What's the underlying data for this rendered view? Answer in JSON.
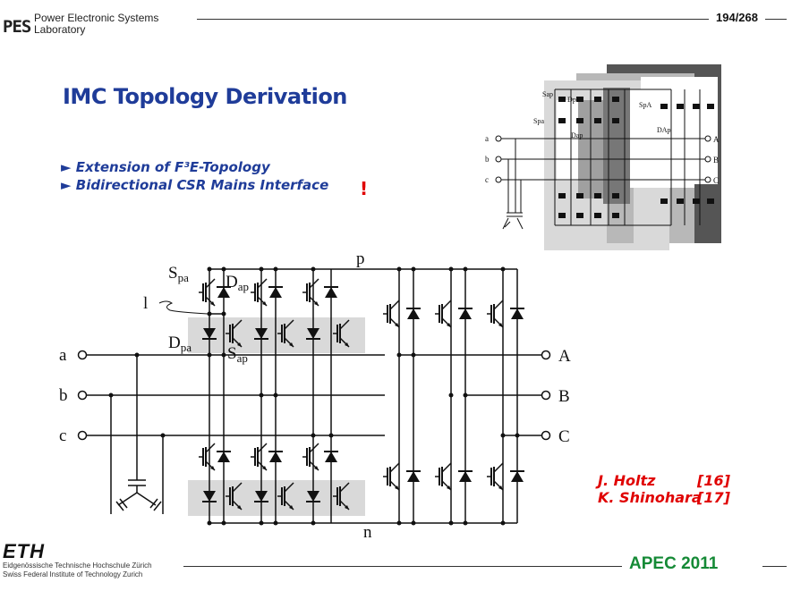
{
  "header": {
    "logo_text": "PES",
    "lab_line1": "Power Electronic Systems",
    "lab_line2": "Laboratory",
    "page_number": "194/268"
  },
  "title": "IMC Topology Derivation",
  "bullets": [
    "► Extension of  F³E-Topology",
    "► Bidirectional CSR Mains Interface"
  ],
  "exclamation": "!",
  "references": [
    {
      "author": "J. Holtz",
      "ref": "[16]"
    },
    {
      "author": "K. Shinohara",
      "ref": "[17]"
    }
  ],
  "main_diagram": {
    "rail_top": "p",
    "rail_bottom": "n",
    "inputs": [
      "a",
      "b",
      "c"
    ],
    "outputs": [
      "A",
      "B",
      "C"
    ],
    "labels": {
      "s_pa": "S",
      "s_pa_sub": "pa",
      "d_ap": "D",
      "d_ap_sub": "ap",
      "d_pa": "D",
      "d_pa_sub": "pa",
      "s_ap": "S",
      "s_ap_sub": "ap",
      "l": "l"
    }
  },
  "inset_diagram": {
    "inputs": [
      "a",
      "b",
      "c"
    ],
    "outputs": [
      "A",
      "B",
      "C"
    ],
    "labels": [
      "Sap",
      "Dpa",
      "Spa",
      "Dap",
      "SpA",
      "DAp"
    ]
  },
  "footer": {
    "eth_logo": "ETH",
    "eth_line1": "Eidgenössische Technische Hochschule Zürich",
    "eth_line2": "Swiss Federal Institute of Technology Zurich",
    "apec": "APEC 2011"
  },
  "colors": {
    "title": "#1f3c99",
    "accent_red": "#e00000",
    "apec_green": "#158a36",
    "shade": "#d9d9d9"
  }
}
